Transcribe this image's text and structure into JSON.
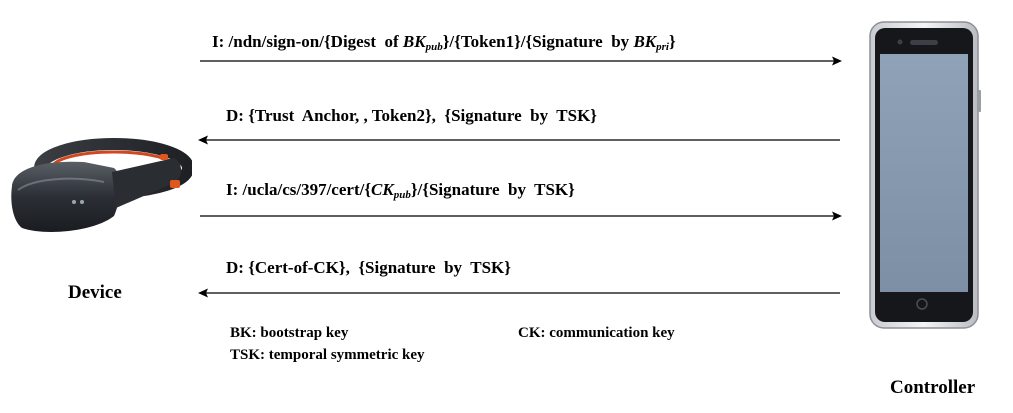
{
  "messages": [
    {
      "prefix": "I: /ndn/sign-on/{Digest  of ",
      "m1_base": "BK",
      "m1_sub": "pub",
      "middle": "}/{Token1}/{Signature  by ",
      "m2_base": "BK",
      "m2_sub": "pri",
      "suffix": "}",
      "direction": "right"
    },
    {
      "text": "D: {Trust  Anchor, , Token2},  {Signature  by  TSK}",
      "direction": "left"
    },
    {
      "prefix": "I: /ucla/cs/397/cert/{",
      "m1_base": "CK",
      "m1_sub": "pub",
      "suffix": "}/{Signature  by  TSK}",
      "direction": "right"
    },
    {
      "text": "D: {Cert-of-CK},  {Signature  by  TSK}",
      "direction": "left"
    }
  ],
  "labels": {
    "device": "Device",
    "controller": "Controller"
  },
  "legend": {
    "bk": "BK: bootstrap key",
    "ck": "CK: communication key",
    "tsk": "TSK: temporal symmetric key"
  }
}
